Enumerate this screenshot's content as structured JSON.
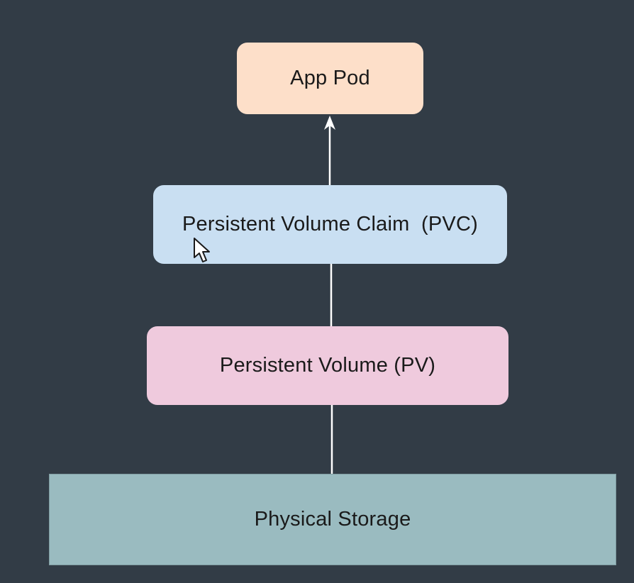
{
  "diagram": {
    "background_color": "#323c46",
    "connector_color": "#ffffff",
    "nodes": [
      {
        "id": "app-pod",
        "label": "App Pod",
        "fill": "#fddfc9"
      },
      {
        "id": "pvc",
        "label": "Persistent Volume Claim  (PVC)",
        "fill": "#c9dff2"
      },
      {
        "id": "pv",
        "label": "Persistent Volume (PV)",
        "fill": "#efcadd"
      },
      {
        "id": "physical-storage",
        "label": "Physical Storage",
        "fill": "#9abbc0"
      }
    ],
    "edges": [
      {
        "from": "physical-storage",
        "to": "pv",
        "arrowhead": false
      },
      {
        "from": "pv",
        "to": "pvc",
        "arrowhead": false
      },
      {
        "from": "pvc",
        "to": "app-pod",
        "arrowhead": true
      }
    ],
    "cursor": "arrow-pointer-icon"
  }
}
